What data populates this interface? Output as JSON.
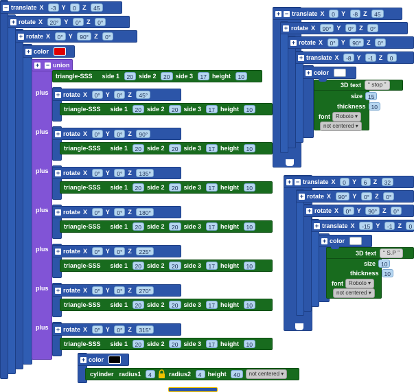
{
  "labels": {
    "translate": "translate",
    "rotate": "rotate",
    "color": "color",
    "union": "union",
    "plus": "plus",
    "triangle": "triangle-SSS",
    "side1": "side 1",
    "side2": "side 2",
    "side3": "side 3",
    "height": "height",
    "x": "X",
    "y": "Y",
    "z": "Z",
    "text3d": "3D text",
    "size": "size",
    "thickness": "thickness",
    "font": "font",
    "cylinder": "cylinder",
    "radius1": "radius1",
    "radius2": "radius2"
  },
  "left": {
    "translate": {
      "x": "-3",
      "y": "0",
      "z": "45"
    },
    "rotate1": {
      "x": "20°",
      "y": "0°",
      "z": "0°"
    },
    "rotate2": {
      "x": "0°",
      "y": "90°",
      "z": "0°"
    },
    "color": "#e00000",
    "first_triangle": {
      "side1": "20",
      "side2": "20",
      "side3": "17",
      "height": "10"
    },
    "rotations": [
      "45°",
      "90°",
      "135°",
      "180°",
      "225°",
      "270°",
      "315°"
    ],
    "rot_xy": "0°",
    "tri": {
      "side1": "20",
      "side2": "20",
      "side3": "17",
      "height": "10"
    },
    "cylinder": {
      "color": "#000000",
      "radius1": "4",
      "radius2": "4",
      "height": "40",
      "centered": "not centered"
    }
  },
  "right_top": {
    "translate": {
      "x": "0",
      "y": "-8",
      "z": "45"
    },
    "rotate1": {
      "x": "90°",
      "y": "0°",
      "z": "0°"
    },
    "rotate2": {
      "x": "0°",
      "y": "90°",
      "z": "0°"
    },
    "translate2": {
      "x": "-8",
      "y": "-1",
      "z": "0"
    },
    "color": "#ffffff",
    "text": "stop",
    "size": "15",
    "thickness": "10",
    "font": "Roboto",
    "centered": "not centered"
  },
  "right_bottom": {
    "translate": {
      "x": "0",
      "y": "6",
      "z": "32"
    },
    "rotate1": {
      "x": "90°",
      "y": "0°",
      "z": "0°"
    },
    "rotate2": {
      "x": "0°",
      "y": "90°",
      "z": "0°"
    },
    "translate2": {
      "x": "-15",
      "y": "-1",
      "z": "0"
    },
    "color": "#ffffff",
    "text": "S.P",
    "size": "10",
    "thickness": "10",
    "font": "Roboto",
    "centered": "not centered"
  }
}
